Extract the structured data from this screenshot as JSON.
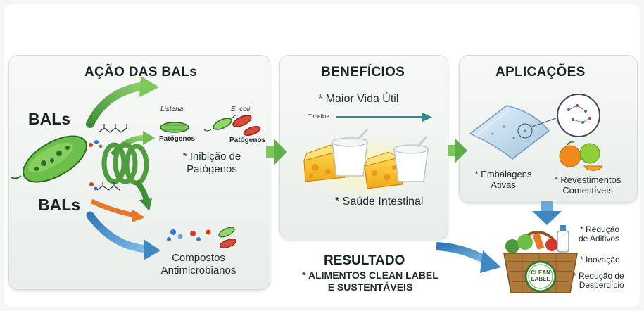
{
  "acao": {
    "title": "AÇÃO DAS BALs",
    "bals_top": "BALs",
    "bals_bottom": "BALs",
    "listeria": "Listeria",
    "ecoli": "E. coli",
    "patogenos_1": "Patógenos",
    "patogenos_2": "Patógenos",
    "inibicao_l1": "* Inibição de",
    "inibicao_l2": "Patógenos",
    "compostos_l1": "Compostos",
    "compostos_l2": "Antimicrobianos"
  },
  "beneficios": {
    "title": "BENEFÍCIOS",
    "vida_util": "* Maior Vida Útil",
    "timeline": "Timeline",
    "saude": "* Saúde Intestinal"
  },
  "aplicacoes": {
    "title": "APLICAÇÕES",
    "embalagens_l1": "* Embalagens",
    "embalagens_l2": "Ativas",
    "revest_l1": "* Revestimentos",
    "revest_l2": "Comestíveis"
  },
  "resultado": {
    "title": "RESULTADO",
    "l1": "* ALIMENTOS CLEAN LABEL",
    "l2": "E SUSTENTÁVEIS"
  },
  "right_list": {
    "reducao_aditivos_l1": "* Redução",
    "reducao_aditivos_l2": "de Aditivos",
    "inovacao": "* Inovação",
    "reducao_desp_l1": "* Redução de",
    "reducao_desp_l2": "Desperdício"
  },
  "badge": {
    "l1": "CLEAN",
    "l2": "LABEL"
  },
  "colors": {
    "green_arrow": "#5fae4a",
    "blue_arrow": "#4a8fc4",
    "orange_arrow": "#e8762c",
    "bacteria": "#6cbf4a"
  }
}
